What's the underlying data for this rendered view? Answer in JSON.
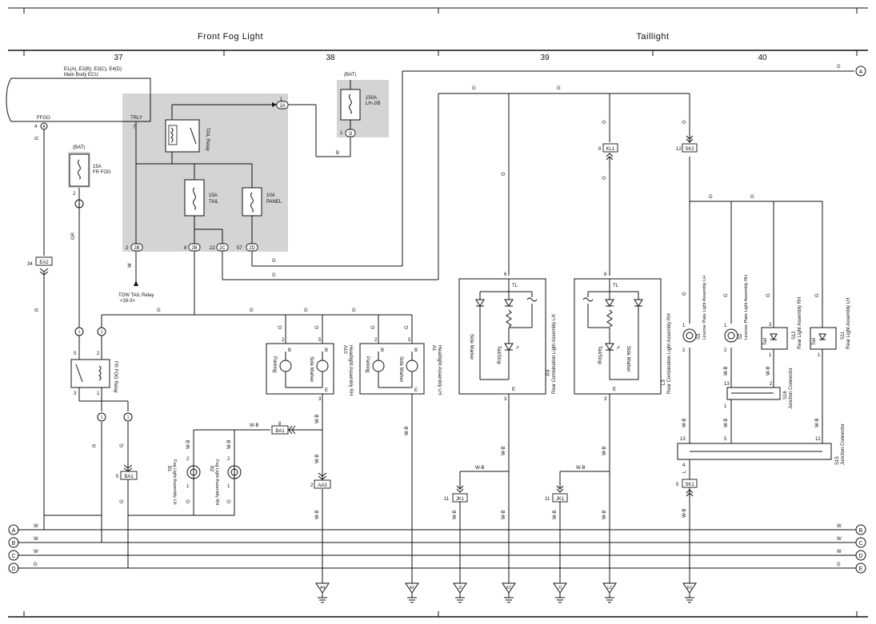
{
  "header": {
    "sections": [
      "Front Fog Light",
      "Taillight"
    ],
    "columns": [
      "37",
      "38",
      "39",
      "40"
    ]
  },
  "ecu": {
    "title_line1": "E1(A), E2(B), E3(C), E4(D)",
    "title_line2": "Main Body ECU",
    "pin_ffgo": "FFGO",
    "pin_trly": "TRLY",
    "pin_4": "4",
    "pin_7": "7"
  },
  "relay_block": {
    "tail_relay": "TAIL Relay",
    "fuse_tail_amp": "15A",
    "fuse_tail_name": "TAIL",
    "fuse_panel_amp": "10A",
    "fuse_panel_name": "PANEL",
    "pin_1": "1",
    "conn_2a": "2A",
    "conn_2b_a": "2B",
    "conn_2b_b": "2B",
    "conn_2c": "2C",
    "conn_2d": "2D",
    "pin_2": "2",
    "pin_8": "8",
    "pin_22": "22",
    "pin_57": "57"
  },
  "lhjb": {
    "bat": "(BAT)",
    "amp": "150A",
    "name": "LH-J/B",
    "pin": "1",
    "conn": "1I"
  },
  "frfog_fuse": {
    "bat": "(BAT)",
    "amp": "15A",
    "name": "FR FOG",
    "pin": "2",
    "conn": "1"
  },
  "tow_relay": {
    "line1": "TOW TAIL Relay",
    "line2": "<16-3>"
  },
  "fog_relay": {
    "name": "FR FOG Relay",
    "pin5": "5",
    "pin2": "2",
    "pin3": "3",
    "pin1": "1",
    "conn": "1"
  },
  "connectors": {
    "ea2": "EA2",
    "ea2_pin": "34",
    "ba1_a": "BA1",
    "ba1_a_pin": "8",
    "ba1_b": "BA1",
    "ba1_b_pin": "5",
    "aa3": "AA3",
    "aa3_pin": "2",
    "kl1": "KL1",
    "kl1_pin": "8",
    "sk2": "SK2",
    "sk2_pin": "12",
    "jk1_a": "JK1",
    "jk1_a_pin": "11",
    "jk1_b": "JK1",
    "jk1_b_pin": "11",
    "sk1": "SK1",
    "sk1_pin": "5"
  },
  "headlights": {
    "rh": {
      "code": "A10",
      "name": "Headlight Assembly RH"
    },
    "lh": {
      "code": "A1",
      "name": "Headlight Assembly LH"
    },
    "parking": "Parking",
    "side_marker": "Side Marker",
    "b": "B",
    "e": "E",
    "pin2": "2",
    "pin5": "5",
    "pin3": "3"
  },
  "foglights": {
    "lh": {
      "code": "B1",
      "name": "Fog Light Assembly LH"
    },
    "rh": {
      "code": "B2",
      "name": "Fog Light Assembly RH"
    },
    "pin2": "2",
    "pin1": "1"
  },
  "rear_combo": {
    "lh": {
      "code": "K4",
      "name": "Rear Combination Light Assembly LH"
    },
    "rh": {
      "code": "L3",
      "name": "Rear Combination Light Assembly RH"
    },
    "tl": "TL",
    "e": "E",
    "side_marker": "Side Marker",
    "tail_stop": "Tail/Stop",
    "pin6": "6",
    "pin3": "3"
  },
  "license_lights": {
    "lh": {
      "code": "S3",
      "name": "License Plate Light Assembly LH"
    },
    "rh": {
      "code": "S2",
      "name": "License Plate Light Assembly RH"
    },
    "pin1": "1",
    "pin2": "2"
  },
  "rear_lights": {
    "rh": {
      "code": "S12",
      "name": "Rear Light Assembly RH"
    },
    "lh": {
      "code": "S11",
      "name": "Rear Light Assembly LH"
    },
    "tail": "Tail",
    "pin3": "3",
    "pin1": "1"
  },
  "junctions": {
    "s16_code": "S16",
    "s16_name": "Junction Connector",
    "s15_code": "S15",
    "s15_name": "Junction Connector",
    "s16_pins": [
      "13",
      "2",
      "1"
    ],
    "s15_pins": [
      "13",
      "5",
      "12",
      "4"
    ]
  },
  "wire_colors": {
    "r": "R",
    "g": "G",
    "gr": "GR",
    "b": "B",
    "w": "W",
    "wb": "W-B",
    "l": "L"
  },
  "buses": {
    "labels": [
      "A",
      "B",
      "C",
      "D",
      "E"
    ],
    "wires": [
      "G",
      "W",
      "W",
      "W",
      "G"
    ]
  },
  "grounds": [
    "A4",
    "A2",
    "J2",
    "K2",
    "J1",
    "L2",
    "K2"
  ]
}
